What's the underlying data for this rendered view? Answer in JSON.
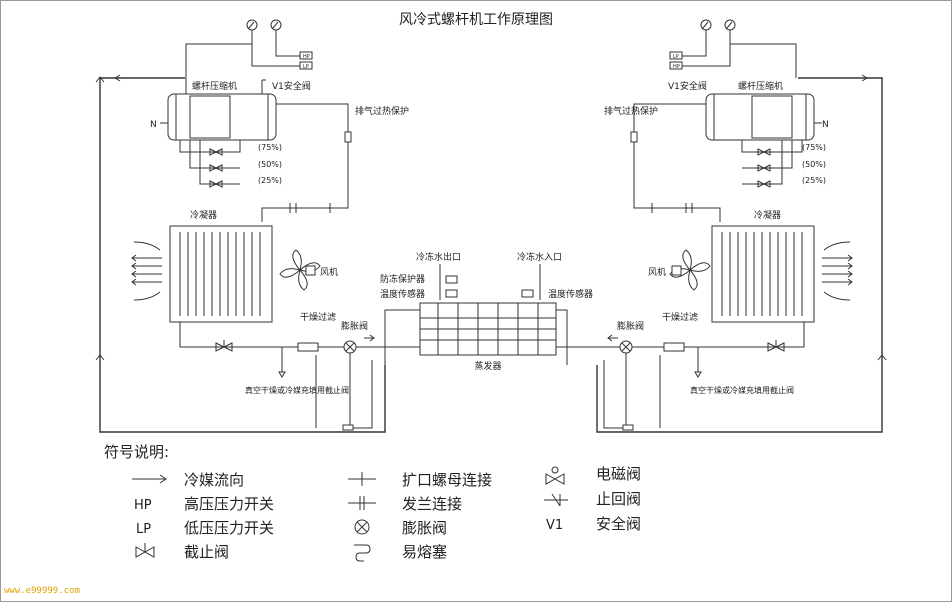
{
  "title": "风冷式螺杆机工作原理图",
  "left_unit": {
    "compressor": "螺杆压缩机",
    "safety_valve": "V1安全阀",
    "hp": "HP",
    "lp": "LP",
    "discharge_protect": "排气过热保护",
    "pct_75": "(75%)",
    "pct_50": "(50%)",
    "pct_25": "(25%)",
    "condenser": "冷凝器",
    "fan": "风机",
    "filter_dryer": "干燥过滤",
    "expansion_valve": "膨胀阀",
    "vacuum_valve": "真空干燥或冷媒充填用截止阀"
  },
  "right_unit": {
    "compressor": "螺杆压缩机",
    "safety_valve": "V1安全阀",
    "hp": "HP",
    "lp": "LP",
    "discharge_protect": "排气过热保护",
    "pct_75": "(75%)",
    "pct_50": "(50%)",
    "pct_25": "(25%)",
    "condenser": "冷凝器",
    "fan": "风机",
    "filter_dryer": "干燥过滤",
    "expansion_valve": "膨胀阀",
    "vacuum_valve": "真空干燥或冷媒充填用截止阀"
  },
  "center": {
    "water_out": "冷冻水出口",
    "water_in": "冷冻水入口",
    "antifreeze": "防冻保护器",
    "temp_sensor_left": "温度传感器",
    "temp_sensor_right": "温度传感器",
    "evaporator": "蒸发器"
  },
  "legend": {
    "heading": "符号说明:",
    "items": [
      {
        "symbol": "",
        "text": "冷媒流向"
      },
      {
        "symbol": "HP",
        "text": "高压压力开关"
      },
      {
        "symbol": "LP",
        "text": "低压压力开关"
      },
      {
        "symbol": "",
        "text": "截止阀"
      },
      {
        "symbol": "",
        "text": "扩口螺母连接"
      },
      {
        "symbol": "",
        "text": "发兰连接"
      },
      {
        "symbol": "",
        "text": "膨胀阀"
      },
      {
        "symbol": "",
        "text": "易熔塞"
      },
      {
        "symbol": "",
        "text": "电磁阀"
      },
      {
        "symbol": "",
        "text": "止回阀"
      },
      {
        "symbol": "V1",
        "text": "安全阀"
      }
    ]
  },
  "watermark": "www.e99999.com"
}
